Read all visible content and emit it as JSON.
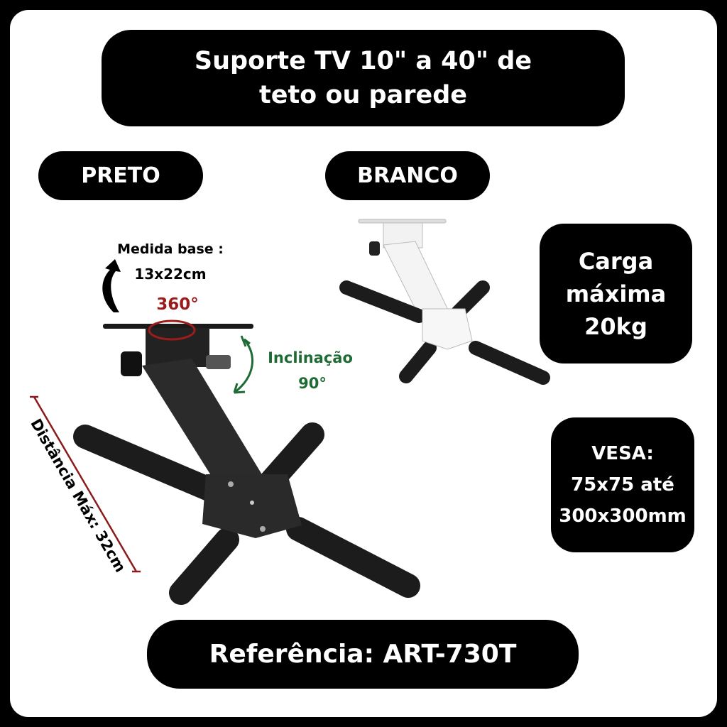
{
  "title": {
    "line1": "Suporte TV 10\" a 40\" de",
    "line2": "teto ou parede"
  },
  "variants": {
    "black": "PRETO",
    "white": "BRANCO"
  },
  "annotations": {
    "base_label": "Medida base :",
    "base_value": "13x22cm",
    "rotation": "360°",
    "tilt_label": "Inclinação",
    "tilt_value": "90°",
    "distance": "Distância  Máx: 32cm"
  },
  "specs": {
    "load": {
      "line1": "Carga",
      "line2": "máxima",
      "line3": "20kg"
    },
    "vesa": {
      "line1": "VESA:",
      "line2": "75x75 até",
      "line3": "300x300mm"
    }
  },
  "reference": "Referência: ART-730T",
  "colors": {
    "rotation": "#9b1c1c",
    "tilt": "#1e6b34",
    "distance": "#8b1a1a"
  }
}
